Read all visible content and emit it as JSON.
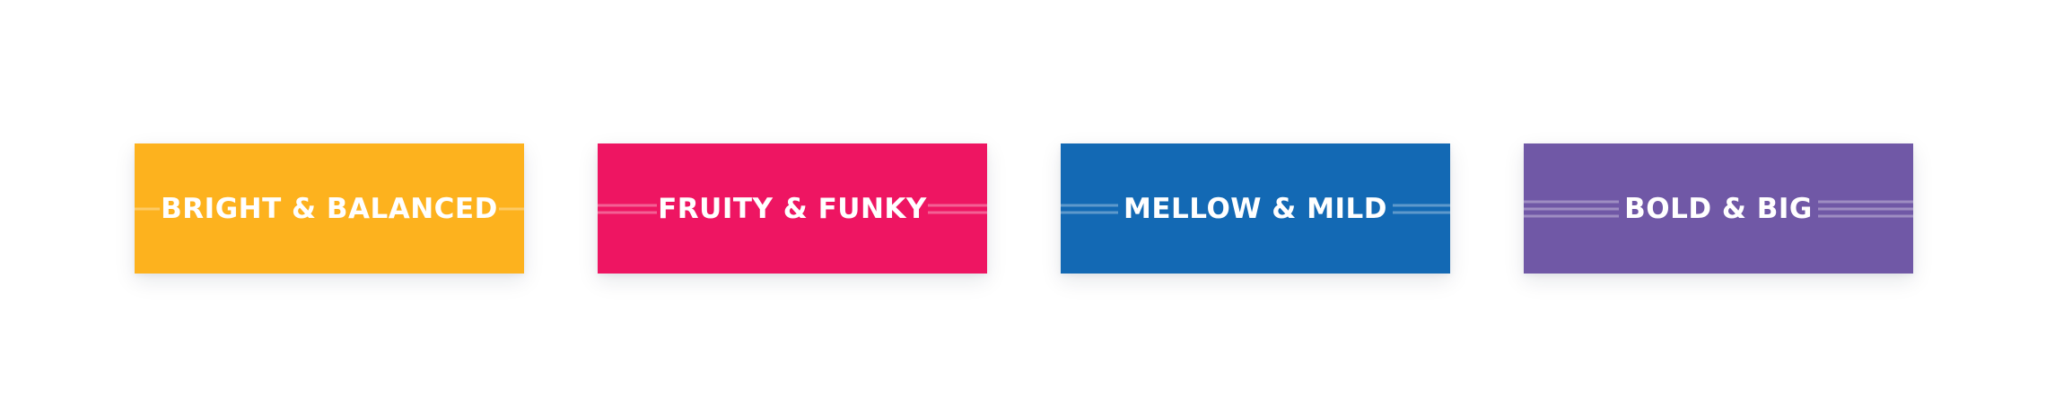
{
  "badges": [
    {
      "label": "BRIGHT & BALANCED",
      "color": "#FDB21E",
      "stripe_count": 1
    },
    {
      "label": "FRUITY & FUNKY",
      "color": "#EE1562",
      "stripe_count": 2
    },
    {
      "label": "MELLOW & MILD",
      "color": "#1369B4",
      "stripe_count": 2
    },
    {
      "label": "BOLD & BIG",
      "color": "#7058A6",
      "stripe_count": 3
    }
  ]
}
